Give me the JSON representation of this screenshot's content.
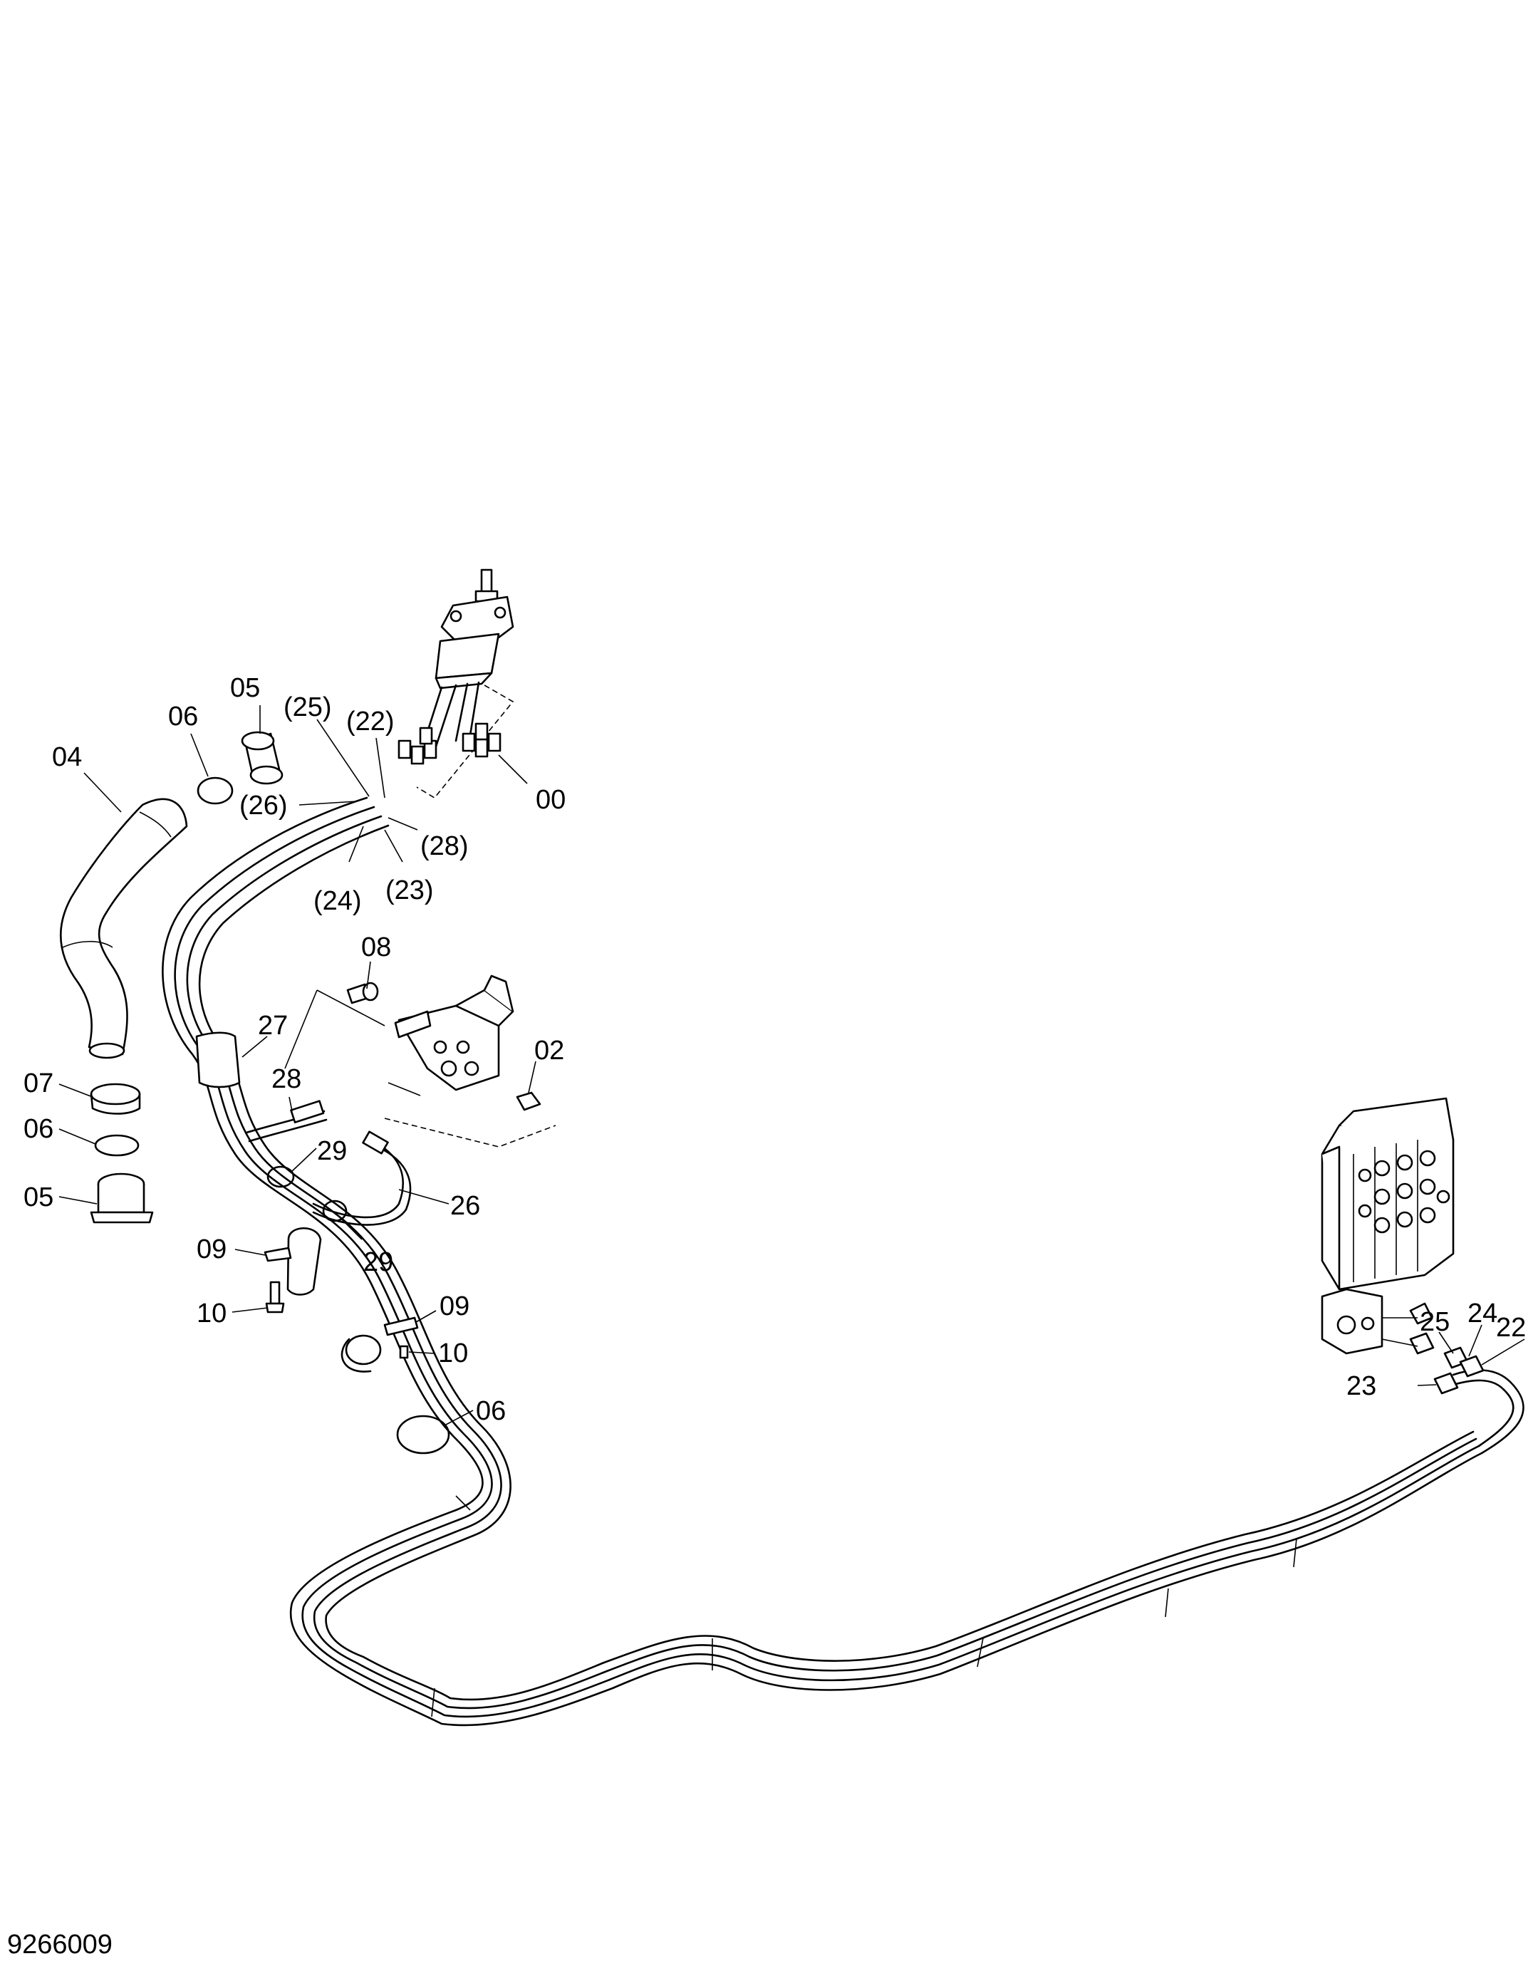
{
  "drawing_number": "9266009",
  "callouts": [
    {
      "id": "c-05-top",
      "text": "05"
    },
    {
      "id": "c-06-top",
      "text": "06"
    },
    {
      "id": "c-04",
      "text": "04"
    },
    {
      "id": "c-25p",
      "text": "(25)"
    },
    {
      "id": "c-22p",
      "text": "(22)"
    },
    {
      "id": "c-26p",
      "text": "(26)"
    },
    {
      "id": "c-28p",
      "text": "(28)"
    },
    {
      "id": "c-24p",
      "text": "(24)"
    },
    {
      "id": "c-23p",
      "text": "(23)"
    },
    {
      "id": "c-00",
      "text": "00"
    },
    {
      "id": "c-08",
      "text": "08"
    },
    {
      "id": "c-02",
      "text": "02"
    },
    {
      "id": "c-27",
      "text": "27"
    },
    {
      "id": "c-28",
      "text": "28"
    },
    {
      "id": "c-07",
      "text": "07"
    },
    {
      "id": "c-06-mid",
      "text": "06"
    },
    {
      "id": "c-05-low",
      "text": "05"
    },
    {
      "id": "c-29a",
      "text": "29"
    },
    {
      "id": "c-26",
      "text": "26"
    },
    {
      "id": "c-29b",
      "text": "29"
    },
    {
      "id": "c-09a",
      "text": "09"
    },
    {
      "id": "c-10a",
      "text": "10"
    },
    {
      "id": "c-09b",
      "text": "09"
    },
    {
      "id": "c-10b",
      "text": "10"
    },
    {
      "id": "c-06-low",
      "text": "06"
    },
    {
      "id": "c-25",
      "text": "25"
    },
    {
      "id": "c-24",
      "text": "24"
    },
    {
      "id": "c-22",
      "text": "22"
    },
    {
      "id": "c-23",
      "text": "23"
    }
  ],
  "colors": {
    "line": "#000000",
    "background": "#ffffff"
  }
}
